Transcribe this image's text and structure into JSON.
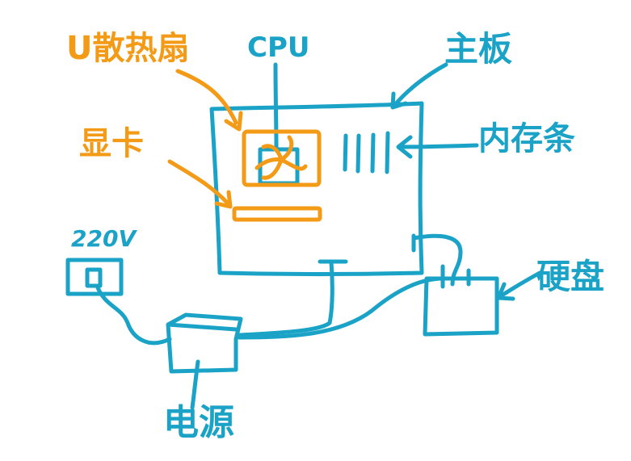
{
  "labels": {
    "cpu": "CPU",
    "motherboard": "主板",
    "cpu_fan": "U散热扇",
    "graphics_card": "显卡",
    "ram": "内存条",
    "voltage": "220V",
    "hard_disk": "硬盘",
    "power_supply": "电源"
  },
  "colors": {
    "blue": "#1aa3c7",
    "orange": "#f39a16",
    "background": "#ffffff"
  }
}
